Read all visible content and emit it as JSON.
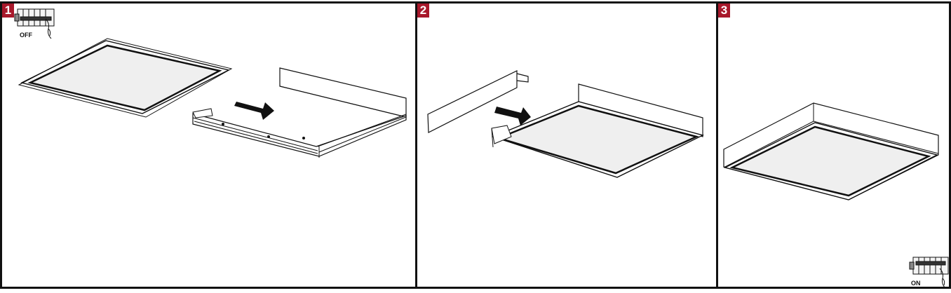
{
  "steps": [
    {
      "number": "1",
      "switch_label": "OFF"
    },
    {
      "number": "2"
    },
    {
      "number": "3",
      "switch_label": "ON"
    }
  ],
  "colors": {
    "badge": "#a8182b",
    "line": "#111111",
    "panel_fill": "#efefef"
  },
  "icons": [
    "breaker-switch-icon",
    "hand-icon",
    "arrow-right-icon"
  ]
}
